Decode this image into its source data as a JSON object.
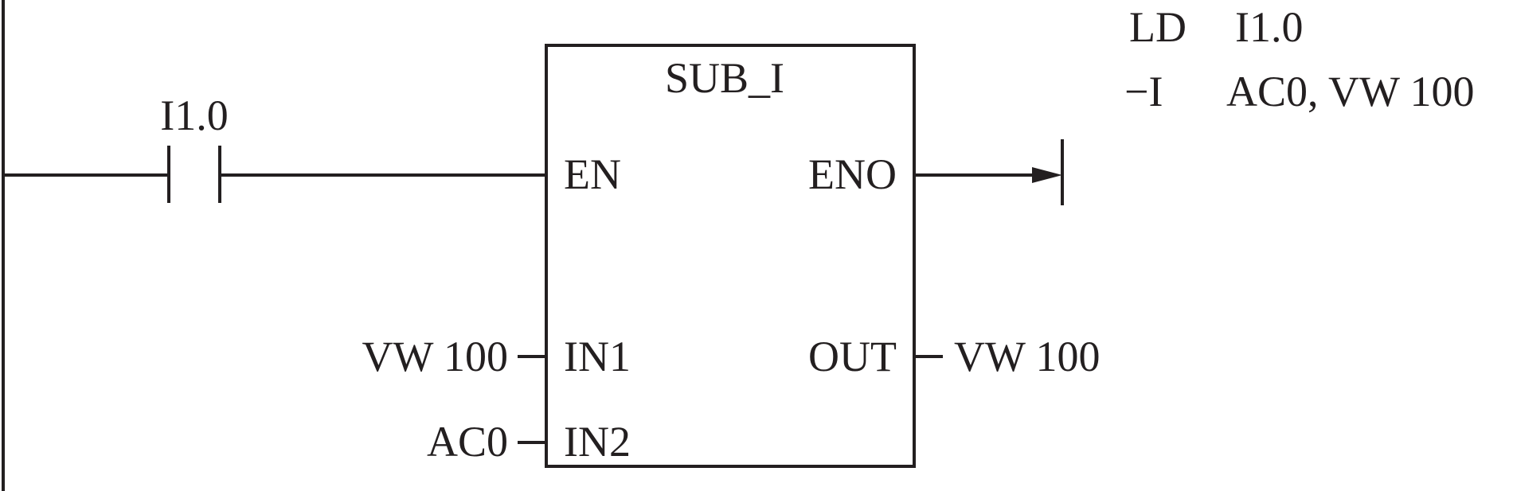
{
  "colors": {
    "ink": "#231f20",
    "background": "#ffffff"
  },
  "contact": {
    "address": "I1.0"
  },
  "block": {
    "name": "SUB_I",
    "pins": {
      "en": "EN",
      "eno": "ENO",
      "in1": "IN1",
      "in2": "IN2",
      "out": "OUT"
    },
    "inputs": {
      "in1": "VW 100",
      "in2": "AC0"
    },
    "outputs": {
      "out": "VW 100"
    }
  },
  "statement_list": [
    {
      "op": "LD",
      "operand": "I1.0"
    },
    {
      "op": "−I",
      "operand": "AC0, VW 100"
    }
  ]
}
